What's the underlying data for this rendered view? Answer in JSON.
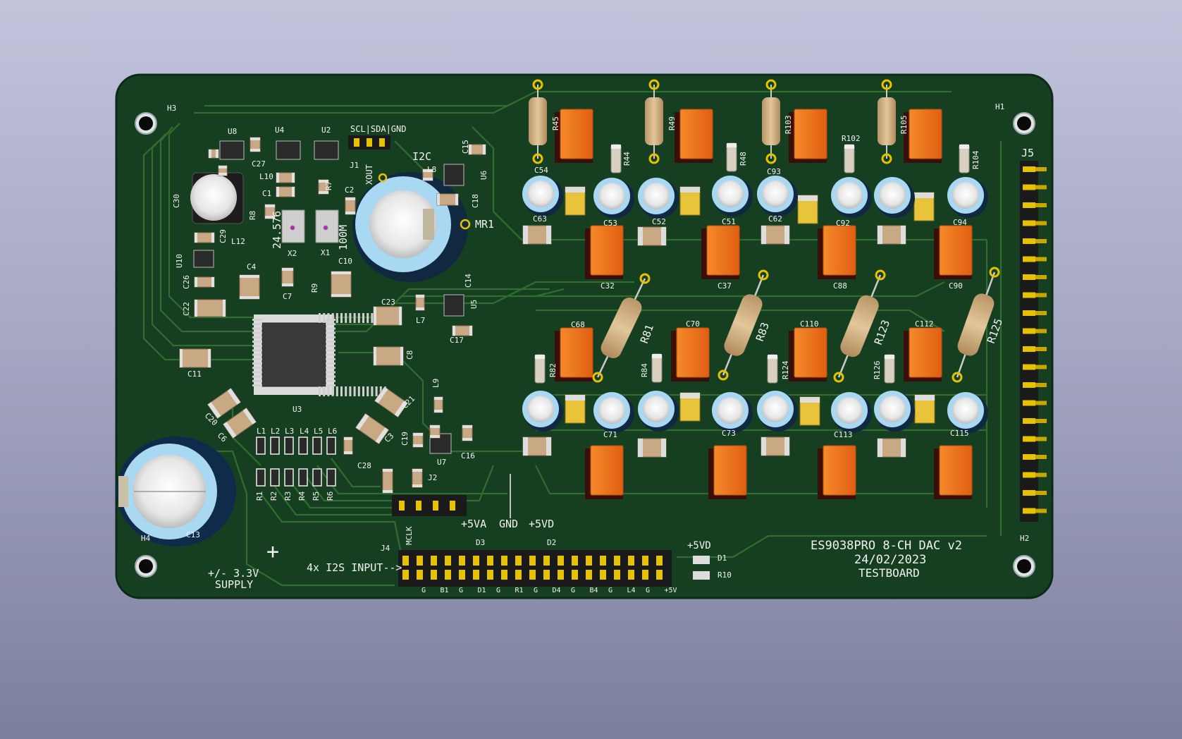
{
  "board": {
    "title": "ES9038PRO 8-CH DAC v2",
    "date": "24/02/2023",
    "subtitle": "TESTBOARD",
    "supply_label": "+/- 3.3V",
    "supply_label2": "SUPPLY",
    "plus_sign": "+",
    "i2s_label": "4x I2S INPUT-->",
    "i2c_label": "I2C",
    "i2c_pins": "SCL|SDA|GND",
    "power_labels": [
      "+5VA",
      "GND",
      "+5VD"
    ],
    "plus5vd": "+5VD",
    "mr1": "MR1",
    "j4_label": "J4",
    "mclk": "MCLK",
    "j4_pins": [
      "G",
      "B1",
      "G",
      "D1",
      "G",
      "R1",
      "G",
      "D4",
      "G",
      "B4",
      "G",
      "L4",
      "G",
      "+5V"
    ],
    "d_labels": [
      "D3",
      "D2",
      "D1"
    ],
    "colors": {
      "pcb": "#163f22",
      "trace": "#2f6e2c",
      "silk": "#f2f2f2",
      "cap_orange": "#ef7a20",
      "gold": "#e6c200"
    }
  },
  "refs": {
    "h1": "H1",
    "h2": "H2",
    "h3": "H3",
    "h4": "H4",
    "j1": "J1",
    "j2": "J2",
    "j5": "J5",
    "u8": "U8",
    "u4": "U4",
    "u2": "U2",
    "u3": "U3",
    "u5": "U5",
    "u6": "U6",
    "u7": "U7",
    "u10": "U10",
    "x1": "X1",
    "x2": "X2",
    "x1_val": "100M",
    "x2_val": "24.576",
    "xout": "XOUT",
    "r45": "R45",
    "r49": "R49",
    "r103": "R103",
    "r105": "R105",
    "r44": "R44",
    "r48": "R48",
    "r102": "R102",
    "r104": "R104",
    "r81": "R81",
    "r83": "R83",
    "r123": "R123",
    "r125": "R125",
    "r82": "R82",
    "r84": "R84",
    "r124": "R124",
    "r126": "R126",
    "c54": "C54",
    "c93": "C93",
    "c63": "C63",
    "c53": "C53",
    "c52": "C52",
    "c51": "C51",
    "c62": "C62",
    "c92": "C92",
    "c94": "C94",
    "c32": "C32",
    "c37": "C37",
    "c88": "C88",
    "c90": "C90",
    "c68": "C68",
    "c70": "C70",
    "c110": "C110",
    "c112": "C112",
    "c71": "C71",
    "c73": "C73",
    "c113": "C113",
    "c115": "C115",
    "c30": "C30",
    "c27": "C27",
    "c29": "C29",
    "c1": "C1",
    "c2": "C2",
    "c4": "C4",
    "c7": "C7",
    "c10": "C10",
    "c11": "C11",
    "c13": "C13",
    "c14": "C14",
    "c15": "C15",
    "c16": "C16",
    "c17": "C17",
    "c18": "C18",
    "c19": "C19",
    "c20": "C20",
    "c21": "C21",
    "c22": "C22",
    "c23": "C23",
    "c26": "C26",
    "c28": "C28",
    "c3": "C3",
    "c6": "C6",
    "c8": "C8",
    "l1": "L1",
    "l2": "L2",
    "l3": "L3",
    "l4": "L4",
    "l5": "L5",
    "l6": "L6",
    "l7": "L7",
    "l8": "L8",
    "l9": "L9",
    "l10": "L10",
    "l12": "L12",
    "r1": "R1",
    "r2": "R2",
    "r3": "R3",
    "r4": "R4",
    "r5": "R5",
    "r6": "R6",
    "r7": "R7",
    "r8": "R8",
    "r9": "R9",
    "r10": "R10"
  }
}
